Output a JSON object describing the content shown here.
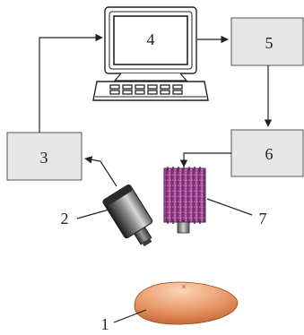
{
  "labels": {
    "computer": "4",
    "box5": "5",
    "box6": "6",
    "box3": "3",
    "camera": "2",
    "light_source": "7",
    "sample": "1"
  },
  "colors": {
    "box_fill": "#e6e6e6",
    "line": "#222222",
    "light_source": "#9b3d8f",
    "sample_light": "#f6c29a",
    "sample_dark": "#c76535",
    "camera_dark": "#1f1f1f",
    "camera_light": "#cfcfcf"
  },
  "icons": {
    "computer": "computer-icon",
    "camera": "camera-icon",
    "light_source": "light-source-icon",
    "sample": "sample-icon"
  }
}
